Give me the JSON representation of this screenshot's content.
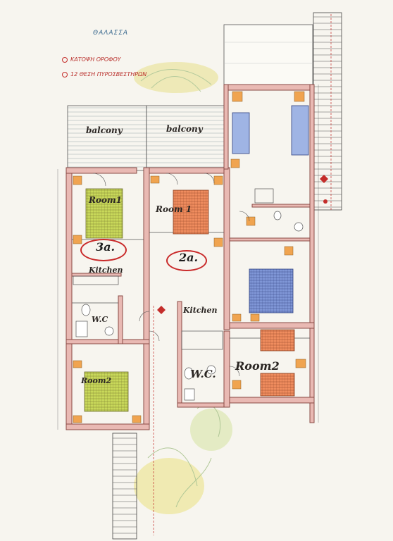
{
  "header": {
    "sea_label": "ΘΑΛΑΣΣΑ",
    "legend": [
      {
        "text": "ΚΑΤΟΨΗ ΟΡΟΦΟΥ",
        "color": "#c42d2a"
      },
      {
        "text": "12 ΘΕΣΗ ΠΥΡΟΣΒΕΣΤΗΡΩΝ",
        "color": "#c42d2a"
      }
    ]
  },
  "rooms": {
    "balcony_left": "balcony",
    "balcony_right": "balcony",
    "room1_3a": "Room1",
    "room1_2a": "Room 1",
    "kitchen_3a": "Kitchen",
    "kitchen_2a": "Kitchen",
    "wc_3a": "W.C",
    "wc_2a": "W.C.",
    "room2_3a": "Room2",
    "room2_right": "Room2"
  },
  "units": {
    "unit_3a": "3a.",
    "unit_2a": "2a."
  },
  "colors": {
    "wall_fill": "#e9b9b3",
    "wall_stroke": "#8a4a46",
    "bed_green": "#c8d85a",
    "bed_orange": "#ef8c5e",
    "bed_blue": "#7f96d6",
    "furniture_orange": "#f0a450",
    "unit_circle": "#c92a2a",
    "sea_text": "#3b6a8f"
  }
}
